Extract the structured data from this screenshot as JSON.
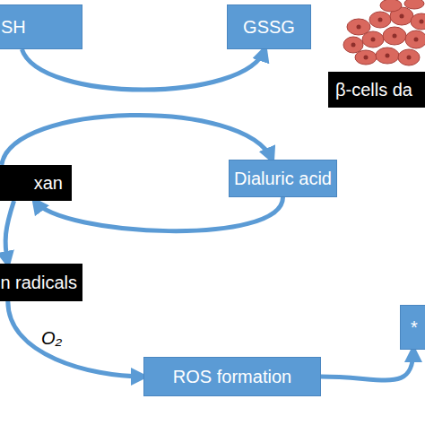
{
  "diagram": {
    "nodes": [
      {
        "text": [
          "SH"
        ]
      },
      {
        "text": [
          "GSSG"
        ]
      },
      {
        "text": [
          "β-cells da"
        ]
      },
      {
        "text": [
          "xan"
        ]
      },
      {
        "text": [
          "Dialuric acid"
        ]
      },
      {
        "text": [
          "n radicals"
        ]
      },
      {
        "text": [
          "ROS formation"
        ]
      },
      {
        "text": [
          "*"
        ]
      }
    ],
    "edges": [
      {
        "from": 0,
        "to": 1,
        "arrow": "to"
      },
      {
        "from": 3,
        "to": 4,
        "arrow": "to"
      },
      {
        "from": 4,
        "to": 3,
        "arrow": "to"
      },
      {
        "from": 3,
        "to": 5,
        "arrow": "to"
      },
      {
        "from": 5,
        "to": 6,
        "label": "O₂",
        "arrow": "to"
      },
      {
        "from": 6,
        "to": 7,
        "arrow": "to"
      }
    ]
  }
}
